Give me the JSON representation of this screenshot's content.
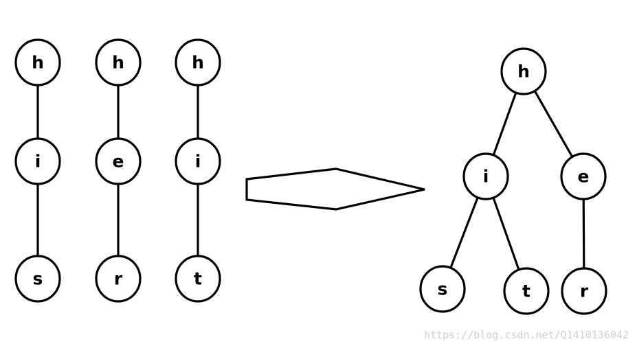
{
  "colors": {
    "stroke": "#000000",
    "fill": "#ffffff",
    "watermark": "#cfcfcf"
  },
  "left_words": [
    {
      "word": "his",
      "letters": [
        "h",
        "i",
        "s"
      ]
    },
    {
      "word": "her",
      "letters": [
        "h",
        "e",
        "r"
      ]
    },
    {
      "word": "hit",
      "letters": [
        "h",
        "i",
        "t"
      ]
    }
  ],
  "trie": {
    "nodes": [
      {
        "id": "root",
        "label": "h"
      },
      {
        "id": "n_i",
        "label": "i"
      },
      {
        "id": "n_e",
        "label": "e"
      },
      {
        "id": "n_s",
        "label": "s"
      },
      {
        "id": "n_t",
        "label": "t"
      },
      {
        "id": "n_r",
        "label": "r"
      }
    ],
    "edges": [
      {
        "from": "root",
        "to": "n_i"
      },
      {
        "from": "root",
        "to": "n_e"
      },
      {
        "from": "n_i",
        "to": "n_s"
      },
      {
        "from": "n_i",
        "to": "n_t"
      },
      {
        "from": "n_e",
        "to": "n_r"
      }
    ]
  },
  "arrow_icon": "right-arrow-icon",
  "watermark": "https://blog.csdn.net/Q1410136042"
}
